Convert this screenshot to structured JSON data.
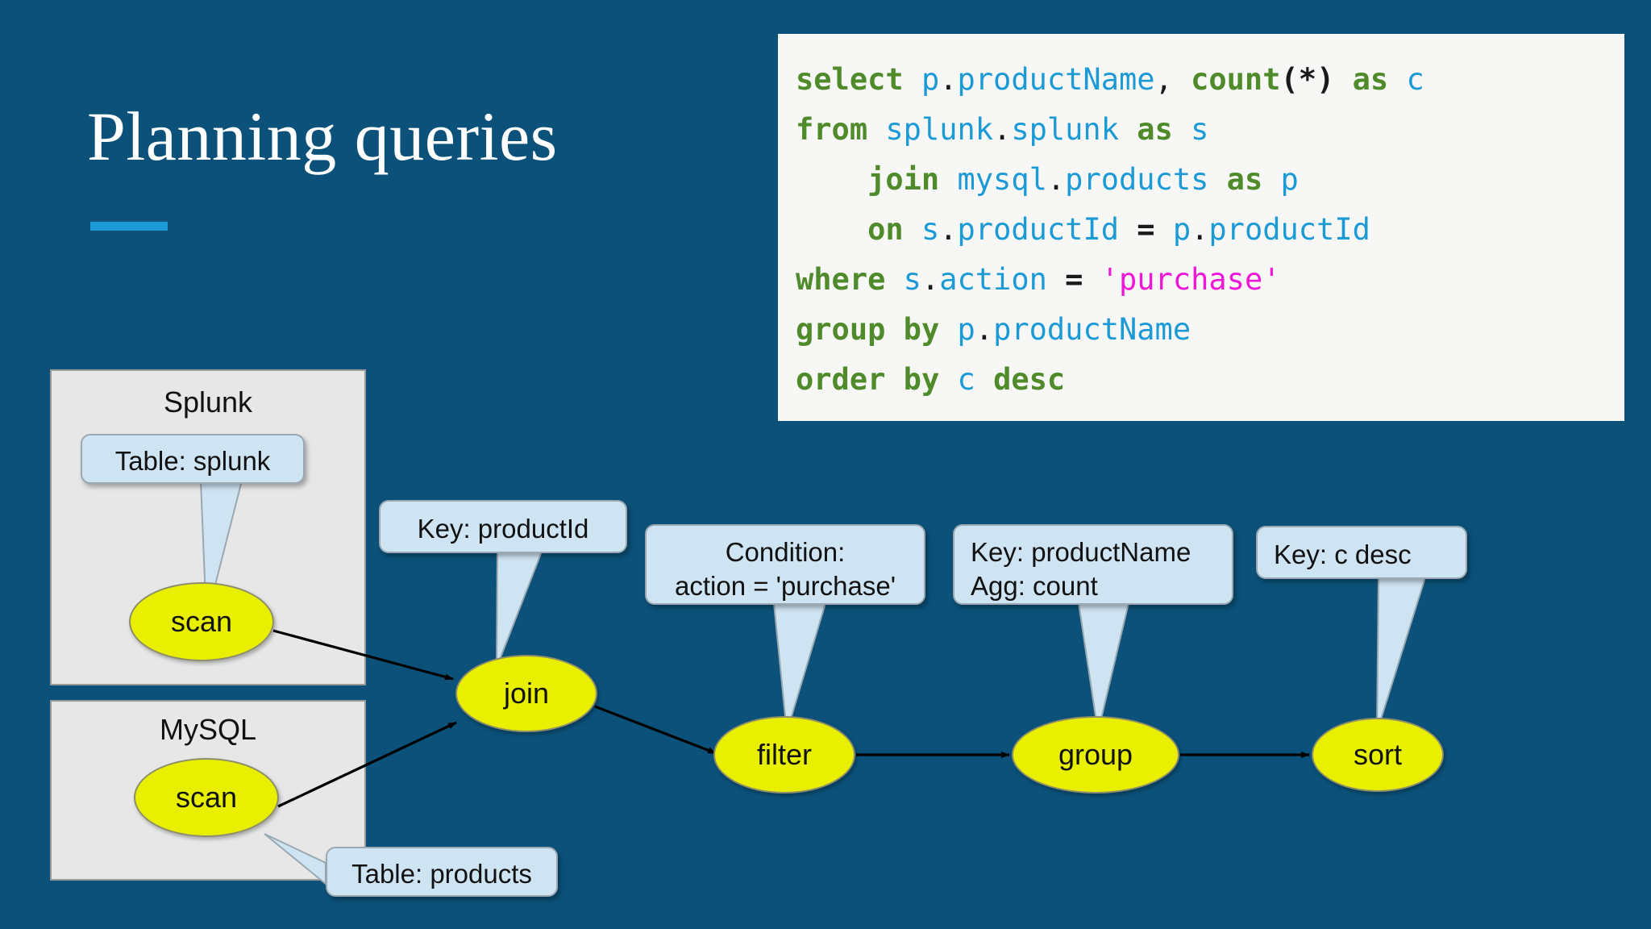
{
  "slide": {
    "background_color": "#0b5179",
    "title": "Planning queries",
    "accent_color": "#1c9ad6"
  },
  "code_panel": {
    "background_color": "#f7f7f5",
    "language": "sql",
    "keyword_color": "#4f8b2b",
    "identifier_color": "#1c9ad6",
    "string_color": "#ee18d6",
    "lines": [
      "select p.productName, count(*) as c",
      "from splunk.splunk as s",
      "    join mysql.products as p",
      "    on s.productId = p.productId",
      "where s.action = 'purchase'",
      "group by p.productName",
      "order by c desc"
    ],
    "tokens": {
      "l1": {
        "k1": "select",
        "i1": "p",
        "d1": ".",
        "i2": "productName",
        "p1": ",",
        "k2": "count",
        "p2": "(*)",
        "k3": "as",
        "i3": "c"
      },
      "l2": {
        "k1": "from",
        "i1": "splunk",
        "d1": ".",
        "i2": "splunk",
        "k2": "as",
        "i3": "s"
      },
      "l3": {
        "k1": "join",
        "i1": "mysql",
        "d1": ".",
        "i2": "products",
        "k2": "as",
        "i3": "p"
      },
      "l4": {
        "k1": "on",
        "i1": "s",
        "d1": ".",
        "i2": "productId",
        "o1": "=",
        "i3": "p",
        "d2": ".",
        "i4": "productId"
      },
      "l5": {
        "k1": "where",
        "i1": "s",
        "d1": ".",
        "i2": "action",
        "o1": "=",
        "s1": "'purchase'"
      },
      "l6": {
        "k1": "group",
        "k2": "by",
        "i1": "p",
        "d1": ".",
        "i2": "productName"
      },
      "l7": {
        "k1": "order",
        "k2": "by",
        "i1": "c",
        "k3": "desc"
      }
    }
  },
  "plan": {
    "node_fill": "#e8f000",
    "callout_fill": "#cfe4f3",
    "engine_fill": "#e7e7e7",
    "engines": [
      {
        "name": "splunk-container",
        "label": "Splunk"
      },
      {
        "name": "mysql-container",
        "label": "MySQL"
      }
    ],
    "nodes": [
      {
        "id": "scan-splunk",
        "label": "scan"
      },
      {
        "id": "scan-mysql",
        "label": "scan"
      },
      {
        "id": "join",
        "label": "join"
      },
      {
        "id": "filter",
        "label": "filter"
      },
      {
        "id": "group",
        "label": "group"
      },
      {
        "id": "sort",
        "label": "sort"
      }
    ],
    "callouts": [
      {
        "id": "table-splunk",
        "text": "Table: splunk",
        "attaches_to": "scan-splunk"
      },
      {
        "id": "table-products",
        "text": "Table: products",
        "attaches_to": "scan-mysql"
      },
      {
        "id": "key-productid",
        "text": "Key: productId",
        "attaches_to": "join"
      },
      {
        "id": "condition",
        "line1": "Condition:",
        "line2": "action = 'purchase'",
        "attaches_to": "filter"
      },
      {
        "id": "group-detail",
        "line1": "Key: productName",
        "line2": "Agg: count",
        "attaches_to": "group"
      },
      {
        "id": "key-cdesc",
        "text": "Key: c desc",
        "attaches_to": "sort"
      }
    ],
    "edges": [
      {
        "from": "scan-splunk",
        "to": "join"
      },
      {
        "from": "scan-mysql",
        "to": "join"
      },
      {
        "from": "join",
        "to": "filter"
      },
      {
        "from": "filter",
        "to": "group"
      },
      {
        "from": "group",
        "to": "sort"
      }
    ]
  }
}
